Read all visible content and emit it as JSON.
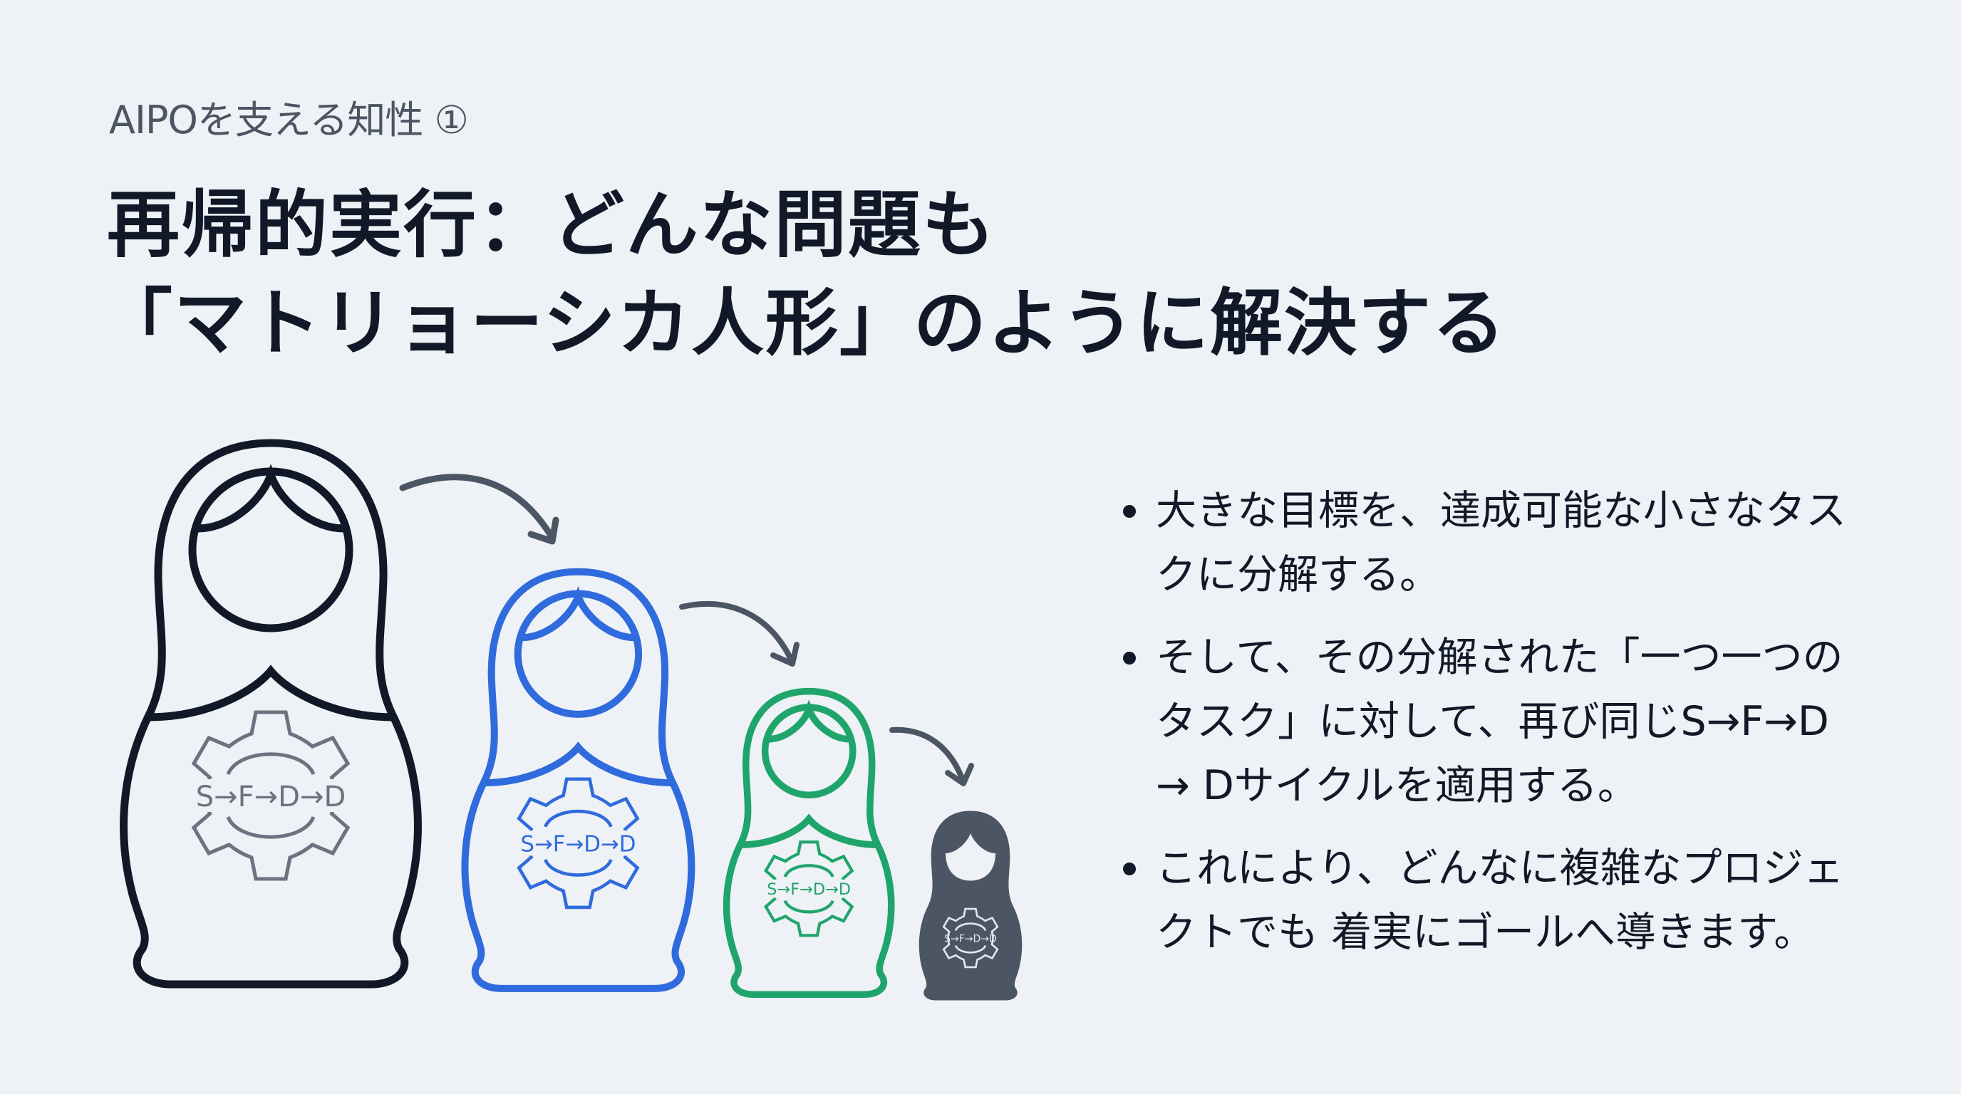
{
  "header": {
    "eyebrow": "AIPOを支える知性 ①",
    "title_line1": "再帰的実行：どんな問題も",
    "title_line2": "「マトリョーシカ人形」のように解決する"
  },
  "illustration": {
    "dolls": [
      {
        "name": "large",
        "color": "#111827",
        "style": "outline",
        "gear_label": "S→F→D→D",
        "gear_color": "#6b7280"
      },
      {
        "name": "medium",
        "color": "#2f6bdc",
        "style": "outline",
        "gear_label": "S→F→D→D",
        "gear_color": "#2f6bdc"
      },
      {
        "name": "small",
        "color": "#1fa56b",
        "style": "outline",
        "gear_label": "S→F→D→D",
        "gear_color": "#1fa56b"
      },
      {
        "name": "smallest",
        "color": "#4b5563",
        "style": "filled",
        "gear_label": "S→F→D→D",
        "gear_color": "#e5e7eb"
      }
    ],
    "arrow_color": "#4b5563"
  },
  "bullets": [
    {
      "text": "大きな目標を、達成可能な小さなタスクに分解する。"
    },
    {
      "text": "そして、その分解された「一つ一つのタスク」に対して、再び同じS→F→D → Dサイクルを適用する。"
    },
    {
      "text": "これにより、どんなに複雑なプロジェクトでも 着実にゴールへ導きます。"
    }
  ],
  "colors": {
    "background": "#eef1f5",
    "text_primary": "#111827",
    "text_secondary": "#4b5563",
    "blue": "#2f6bdc",
    "green": "#1fa56b",
    "slate": "#4b5563"
  }
}
